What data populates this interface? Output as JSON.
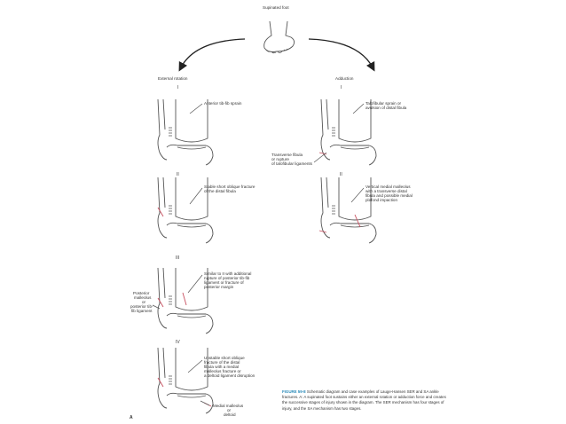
{
  "top": {
    "foot_label": "Supinated foot"
  },
  "branches": {
    "left": "External rotation",
    "right": "Adduction"
  },
  "stages": {
    "er": [
      "I",
      "II",
      "III",
      "IV"
    ],
    "ad": [
      "I",
      "II"
    ]
  },
  "labels": {
    "er1": "Anterior tib-fib sprain",
    "er2a": "Stable short oblique fracture",
    "er2b": "of the distal fibula",
    "er3a": "Similar to II with additional",
    "er3b": "rupture of posterior tib-fib",
    "er3c": "ligament or fracture of",
    "er3d": "posterior margin",
    "er3left": [
      "Posterior",
      "malleolus",
      "or",
      "posterior tib-",
      "fib ligament"
    ],
    "er4a": "Unstable short oblique",
    "er4b": "fracture of the distal",
    "er4c": "fibula with a medial",
    "er4d": "malleolus fracture or",
    "er4e": "a deltoid ligament disruption",
    "er4med": [
      "Medial malleolus",
      "or",
      "deltoid"
    ],
    "ad1a": "Talofibular sprain or",
    "ad1b": "avulsion of distal fibula",
    "ad1side": [
      "Transverse fibula",
      "or rupture",
      "of talofibular ligaments"
    ],
    "ad2a": "Vertical medial malleolus",
    "ad2b": "with a transverse distal",
    "ad2c": "fibula and possible medial",
    "ad2d": "plafond impaction"
  },
  "panel_letter": "A",
  "caption": {
    "figure": "FIGURE 59-8",
    "text": "Schematic diagram and case examples of Lauge-Hansen SER and SA ankle fractures. A: A supinated foot sustains either an external rotation or adduction force and creates the successive stages of injury shown in the diagram. The SER mechanism has four stages of injury, and the SA mechanism has two stages."
  },
  "colors": {
    "fracture": "#c85060",
    "caption_figure": "#2a8ab8",
    "line": "#555555"
  },
  "icons": [
    "supinated-foot-icon",
    "ankle-bone-icon",
    "curved-arrow-icon"
  ]
}
